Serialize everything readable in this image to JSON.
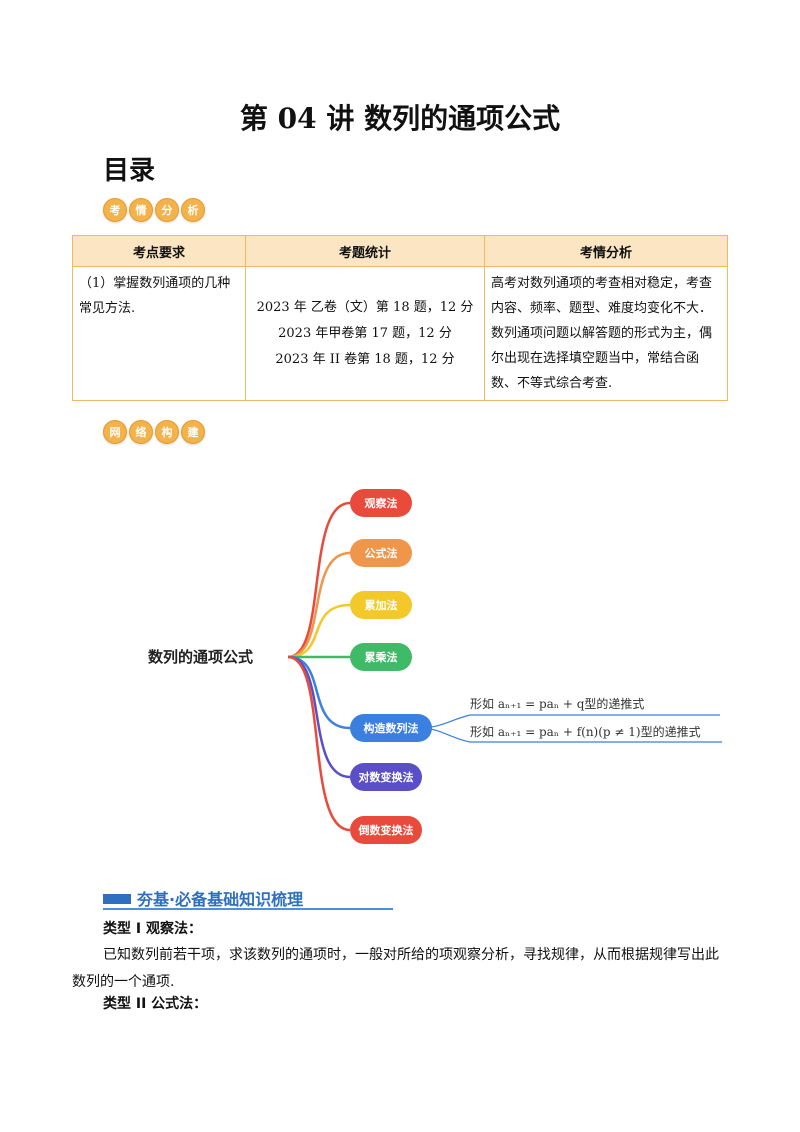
{
  "title": "第 04 讲  数列的通项公式",
  "toc": "目录",
  "banner1": [
    "考",
    "情",
    "分",
    "析"
  ],
  "banner2": [
    "网",
    "络",
    "构",
    "建"
  ],
  "table": {
    "headers": [
      "考点要求",
      "考题统计",
      "考情分析"
    ],
    "col1": "（1）掌握数列通项的几种常见方法.",
    "col2": [
      "2023 年  乙卷（文）第 18 题，12 分",
      "2023 年甲卷第 17 题，12 分",
      "2023 年 II 卷第 18 题，12 分"
    ],
    "col3": "高考对数列通项的考查相对稳定，考查内容、频率、题型、难度均变化不大．数列通项问题以解答题的形式为主，偶尔出现在选择填空题当中，常结合函数、不等式综合考查."
  },
  "mindmap": {
    "root": "数列的通项公式",
    "nodes": [
      {
        "label": "观察法",
        "color": "#e84b3c"
      },
      {
        "label": "公式法",
        "color": "#f0964a"
      },
      {
        "label": "累加法",
        "color": "#f2c928"
      },
      {
        "label": "累乘法",
        "color": "#3fba67"
      },
      {
        "label": "构造数列法",
        "color": "#3b7fe0"
      },
      {
        "label": "对数变换法",
        "color": "#5a4fc8"
      },
      {
        "label": "倒数变换法",
        "color": "#e84b3c"
      }
    ],
    "sub1": "形如 aₙ₊₁ = paₙ + q型的递推式",
    "sub2": "形如 aₙ₊₁ = paₙ + f(n)(p ≠ 1)型的递推式"
  },
  "section": "夯基·必备基础知识梳理",
  "type1": "类型 I    观察法：",
  "para1": "已知数列前若干项，求该数列的通项时，一般对所给的项观察分析，寻找规律，从而根据规律写出此数列的一个通项.",
  "type2": "类型 II    公式法："
}
